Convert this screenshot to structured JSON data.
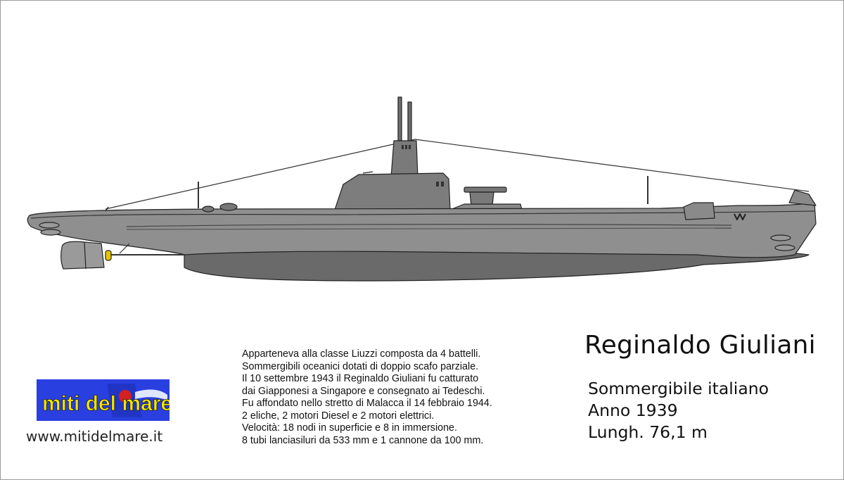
{
  "ship": {
    "name": "Reginaldo Giuliani",
    "type": "Sommergibile italiano",
    "year": "Anno 1939",
    "length": "Lungh. 76,1 m"
  },
  "description": [
    "Apparteneva alla classe Liuzzi composta da 4 battelli.",
    "Sommergibili oceanici dotati di doppio scafo parziale.",
    "Il 10 settembre 1943 il Reginaldo Giuliani fu catturato",
    "dai Giapponesi a Singapore e consegnato ai Tedeschi.",
    "Fu affondato nello stretto di Malacca il 14 febbraio 1944.",
    "2 eliche, 2 motori Diesel e 2 motori elettrici.",
    "Velocità: 18 nodi in superficie e 8 in immersione.",
    "8 tubi lanciasiluri da 533 mm e 1 cannone da 100 mm."
  ],
  "logo": {
    "text": "miti del mare",
    "background_color": "#2a3fe0",
    "text_color": "#f2e600"
  },
  "website": "www.mitidelmare.it",
  "colors": {
    "hull_upper": "#8e8e8e",
    "hull_lower": "#6b6b6b",
    "deck": "#a8a8a8",
    "tower": "#7d7d7d"
  }
}
